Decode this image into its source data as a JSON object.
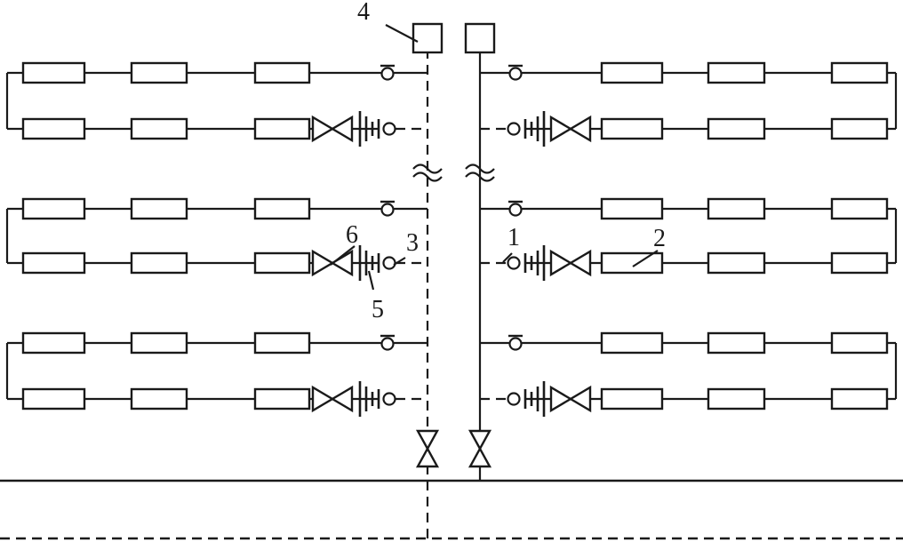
{
  "diagram": {
    "callouts": [
      {
        "id": "c1",
        "text": "1"
      },
      {
        "id": "c2",
        "text": "2"
      },
      {
        "id": "c3",
        "text": "3"
      },
      {
        "id": "c4",
        "text": "4"
      },
      {
        "id": "c5",
        "text": "5"
      },
      {
        "id": "c6",
        "text": "6"
      }
    ],
    "colors": {
      "stroke": "#1a1a1a",
      "background": "#ffffff"
    }
  }
}
